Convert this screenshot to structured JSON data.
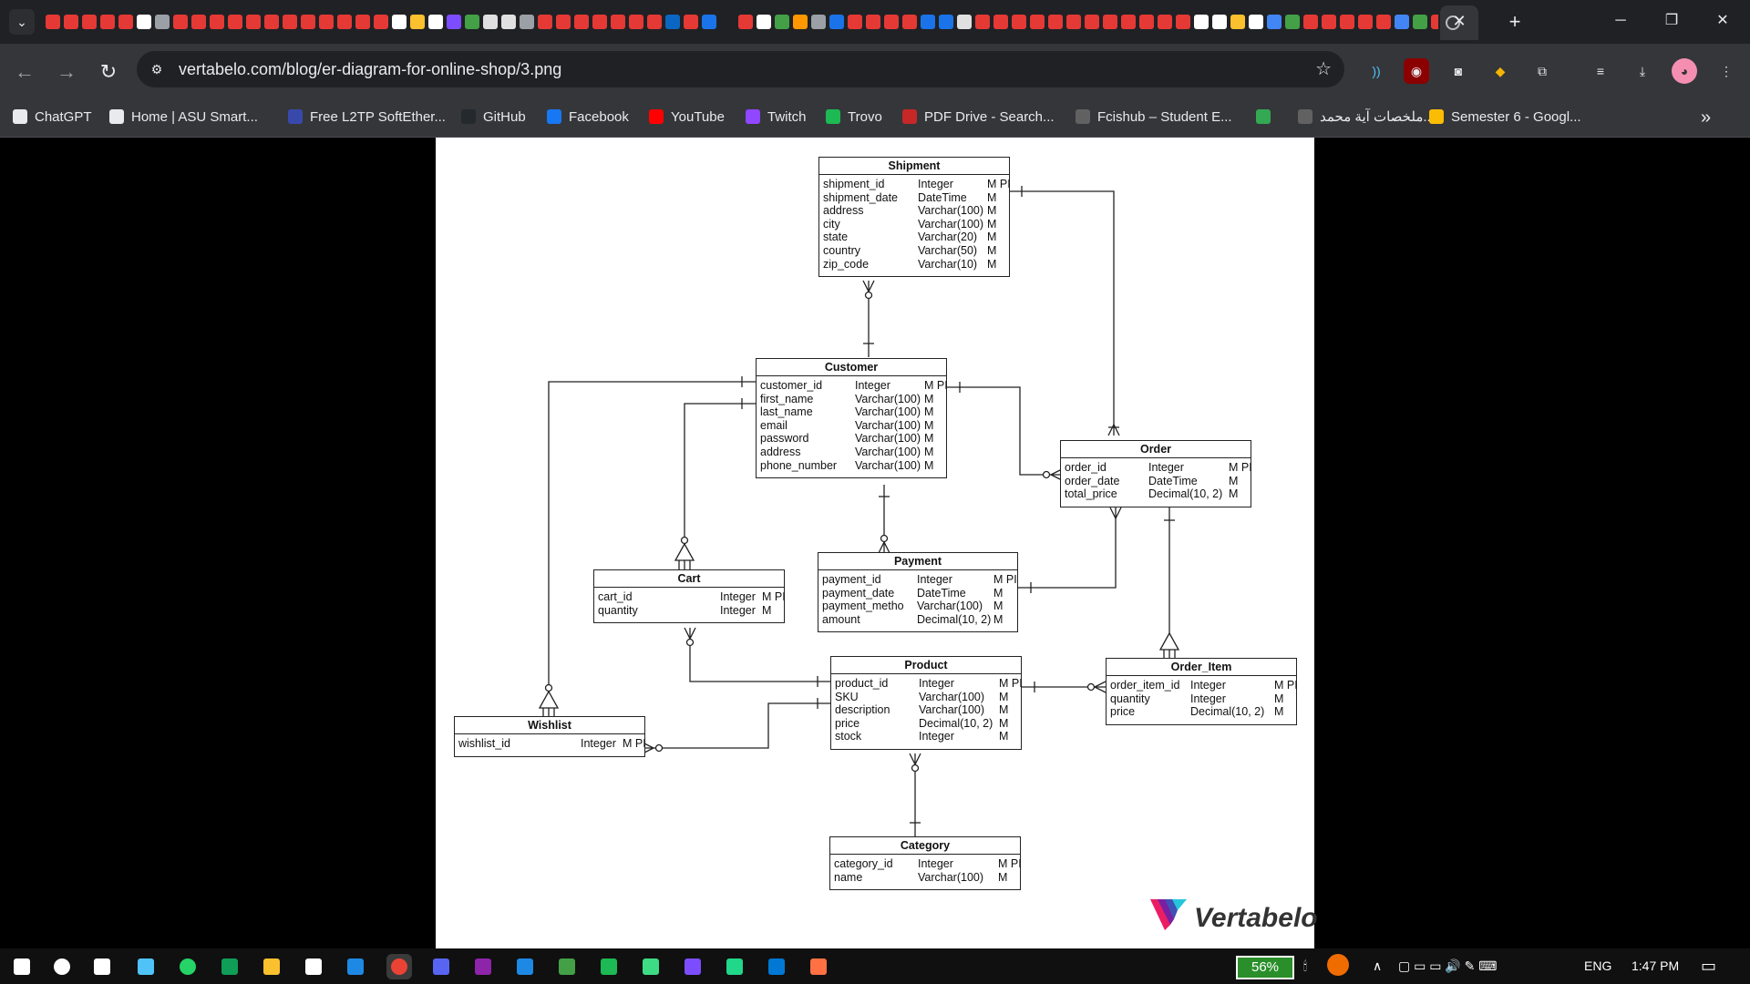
{
  "browser": {
    "url": "vertabelo.com/blog/er-diagram-for-online-shop/3.png",
    "new_tab": "+",
    "tab_close": "✕",
    "window": {
      "minimize": "─",
      "restore": "❐",
      "close": "✕"
    },
    "nav": {
      "back": "←",
      "forward": "→",
      "reload": "↻"
    }
  },
  "tab_favicon_colors": [
    "#e53935",
    "#e53935",
    "#e53935",
    "#e53935",
    "#e53935",
    "#ffffff",
    "#9aa0a6",
    "#e53935",
    "#e53935",
    "#e53935",
    "#e53935",
    "#e53935",
    "#e53935",
    "#e53935",
    "#e53935",
    "#e53935",
    "#e53935",
    "#e53935",
    "#e53935",
    "#ffffff",
    "#fbc02d",
    "#ffffff",
    "#7c4dff",
    "#43a047",
    "#e0e0e0",
    "#e0e0e0",
    "#9aa0a6",
    "#e53935",
    "#e53935",
    "#e53935",
    "#e53935",
    "#e53935",
    "#e53935",
    "#e53935",
    "#0a66c2",
    "#e53935",
    "#1a73e8",
    "#202124",
    "#e53935",
    "#ffffff",
    "#43a047",
    "#ff9800",
    "#9aa0a6",
    "#1a73e8",
    "#e53935",
    "#e53935",
    "#e53935",
    "#e53935",
    "#1a73e8",
    "#1a73e8",
    "#e0e0e0",
    "#e53935",
    "#e53935",
    "#e53935",
    "#e53935",
    "#e53935",
    "#e53935",
    "#e53935",
    "#e53935",
    "#e53935",
    "#e53935",
    "#e53935",
    "#e53935",
    "#ffffff",
    "#ffffff",
    "#fbc02d",
    "#ffffff",
    "#4285f4",
    "#43a047",
    "#e53935",
    "#e53935",
    "#e53935",
    "#e53935",
    "#e53935",
    "#4285f4",
    "#43a047",
    "#e53935",
    "#e53935"
  ],
  "bookmarks": [
    {
      "label": "ChatGPT",
      "color": "#e8eaed"
    },
    {
      "label": "Home | ASU Smart...",
      "color": "#e8eaed"
    },
    {
      "label": "Free L2TP SoftEther...",
      "color": "#3949ab"
    },
    {
      "label": "GitHub",
      "color": "#24292e"
    },
    {
      "label": "Facebook",
      "color": "#1877f2"
    },
    {
      "label": "YouTube",
      "color": "#ff0000"
    },
    {
      "label": "Twitch",
      "color": "#9146ff"
    },
    {
      "label": "Trovo",
      "color": "#1db954"
    },
    {
      "label": "PDF Drive - Search...",
      "color": "#c62828"
    },
    {
      "label": "Fcishub – Student E...",
      "color": "#616161"
    },
    {
      "label": "",
      "color": "#34a853"
    },
    {
      "label": "ملخصات آية محمد....",
      "color": "#616161"
    },
    {
      "label": "Semester 6 - Googl...",
      "color": "#fbbc04"
    }
  ],
  "bookmarks_overflow": "»",
  "diagram": {
    "entities": [
      {
        "name": "Shipment",
        "rows": [
          [
            "shipment_id",
            "Integer",
            "M PI"
          ],
          [
            "shipment_date",
            "DateTime",
            "M"
          ],
          [
            "address",
            "Varchar(100)",
            "M"
          ],
          [
            "city",
            "Varchar(100)",
            "M"
          ],
          [
            "state",
            "Varchar(20)",
            "M"
          ],
          [
            "country",
            "Varchar(50)",
            "M"
          ],
          [
            "zip_code",
            "Varchar(10)",
            "M"
          ]
        ]
      },
      {
        "name": "Customer",
        "rows": [
          [
            "customer_id",
            "Integer",
            "M PI"
          ],
          [
            "first_name",
            "Varchar(100)",
            "M"
          ],
          [
            "last_name",
            "Varchar(100)",
            "M"
          ],
          [
            "email",
            "Varchar(100)",
            "M"
          ],
          [
            "password",
            "Varchar(100)",
            "M"
          ],
          [
            "address",
            "Varchar(100)",
            "M"
          ],
          [
            "phone_number",
            "Varchar(100)",
            "M"
          ]
        ]
      },
      {
        "name": "Order",
        "rows": [
          [
            "order_id",
            "Integer",
            "M PI"
          ],
          [
            "order_date",
            "DateTime",
            "M"
          ],
          [
            "total_price",
            "Decimal(10, 2)",
            "M"
          ]
        ]
      },
      {
        "name": "Payment",
        "rows": [
          [
            "payment_id",
            "Integer",
            "M PI"
          ],
          [
            "payment_date",
            "DateTime",
            "M"
          ],
          [
            "payment_metho",
            "Varchar(100)",
            "M"
          ],
          [
            "amount",
            "Decimal(10, 2)",
            "M"
          ]
        ]
      },
      {
        "name": "Cart",
        "rows": [
          [
            "cart_id",
            "Integer",
            "M PI"
          ],
          [
            "quantity",
            "Integer",
            "M"
          ]
        ]
      },
      {
        "name": "Product",
        "rows": [
          [
            "product_id",
            "Integer",
            "M PI"
          ],
          [
            "SKU",
            "Varchar(100)",
            "M"
          ],
          [
            "description",
            "Varchar(100)",
            "M"
          ],
          [
            "price",
            "Decimal(10, 2)",
            "M"
          ],
          [
            "stock",
            "Integer",
            "M"
          ]
        ]
      },
      {
        "name": "Order_Item",
        "rows": [
          [
            "order_item_id",
            "Integer",
            "M PI"
          ],
          [
            "quantity",
            "Integer",
            "M"
          ],
          [
            "price",
            "Decimal(10, 2)",
            "M"
          ]
        ]
      },
      {
        "name": "Wishlist",
        "rows": [
          [
            "wishlist_id",
            "Integer",
            "M PI"
          ]
        ]
      },
      {
        "name": "Category",
        "rows": [
          [
            "category_id",
            "Integer",
            "M PI"
          ],
          [
            "name",
            "Varchar(100)",
            "M"
          ]
        ]
      }
    ],
    "logo": "Vertabelo"
  },
  "taskbar": {
    "battery": "56%",
    "language": "ENG",
    "time": "1:47 PM",
    "apps": [
      {
        "name": "windows-start",
        "color": "#ffffff"
      },
      {
        "name": "search",
        "color": "#ffffff"
      },
      {
        "name": "task-view",
        "color": "#ffffff"
      },
      {
        "name": "pinned-app",
        "color": "#4fc3f7"
      },
      {
        "name": "whatsapp",
        "color": "#25d366"
      },
      {
        "name": "edge",
        "color": "#0f9d58"
      },
      {
        "name": "file-explorer",
        "color": "#fbc02d"
      },
      {
        "name": "microsoft-store",
        "color": "#ffffff"
      },
      {
        "name": "mail",
        "color": "#1e88e5"
      },
      {
        "name": "chrome",
        "color": "#ea4335"
      },
      {
        "name": "discord",
        "color": "#5865f2"
      },
      {
        "name": "visual-studio",
        "color": "#8e24aa"
      },
      {
        "name": "vs-code",
        "color": "#1e88e5"
      },
      {
        "name": "pinned-app-2",
        "color": "#43a047"
      },
      {
        "name": "spotify",
        "color": "#1db954"
      },
      {
        "name": "android",
        "color": "#3ddc84"
      },
      {
        "name": "jetbrains",
        "color": "#7c4dff"
      },
      {
        "name": "pycharm",
        "color": "#21d789"
      },
      {
        "name": "outlook",
        "color": "#0078d4"
      },
      {
        "name": "pinned-app-3",
        "color": "#ff7043"
      }
    ]
  }
}
